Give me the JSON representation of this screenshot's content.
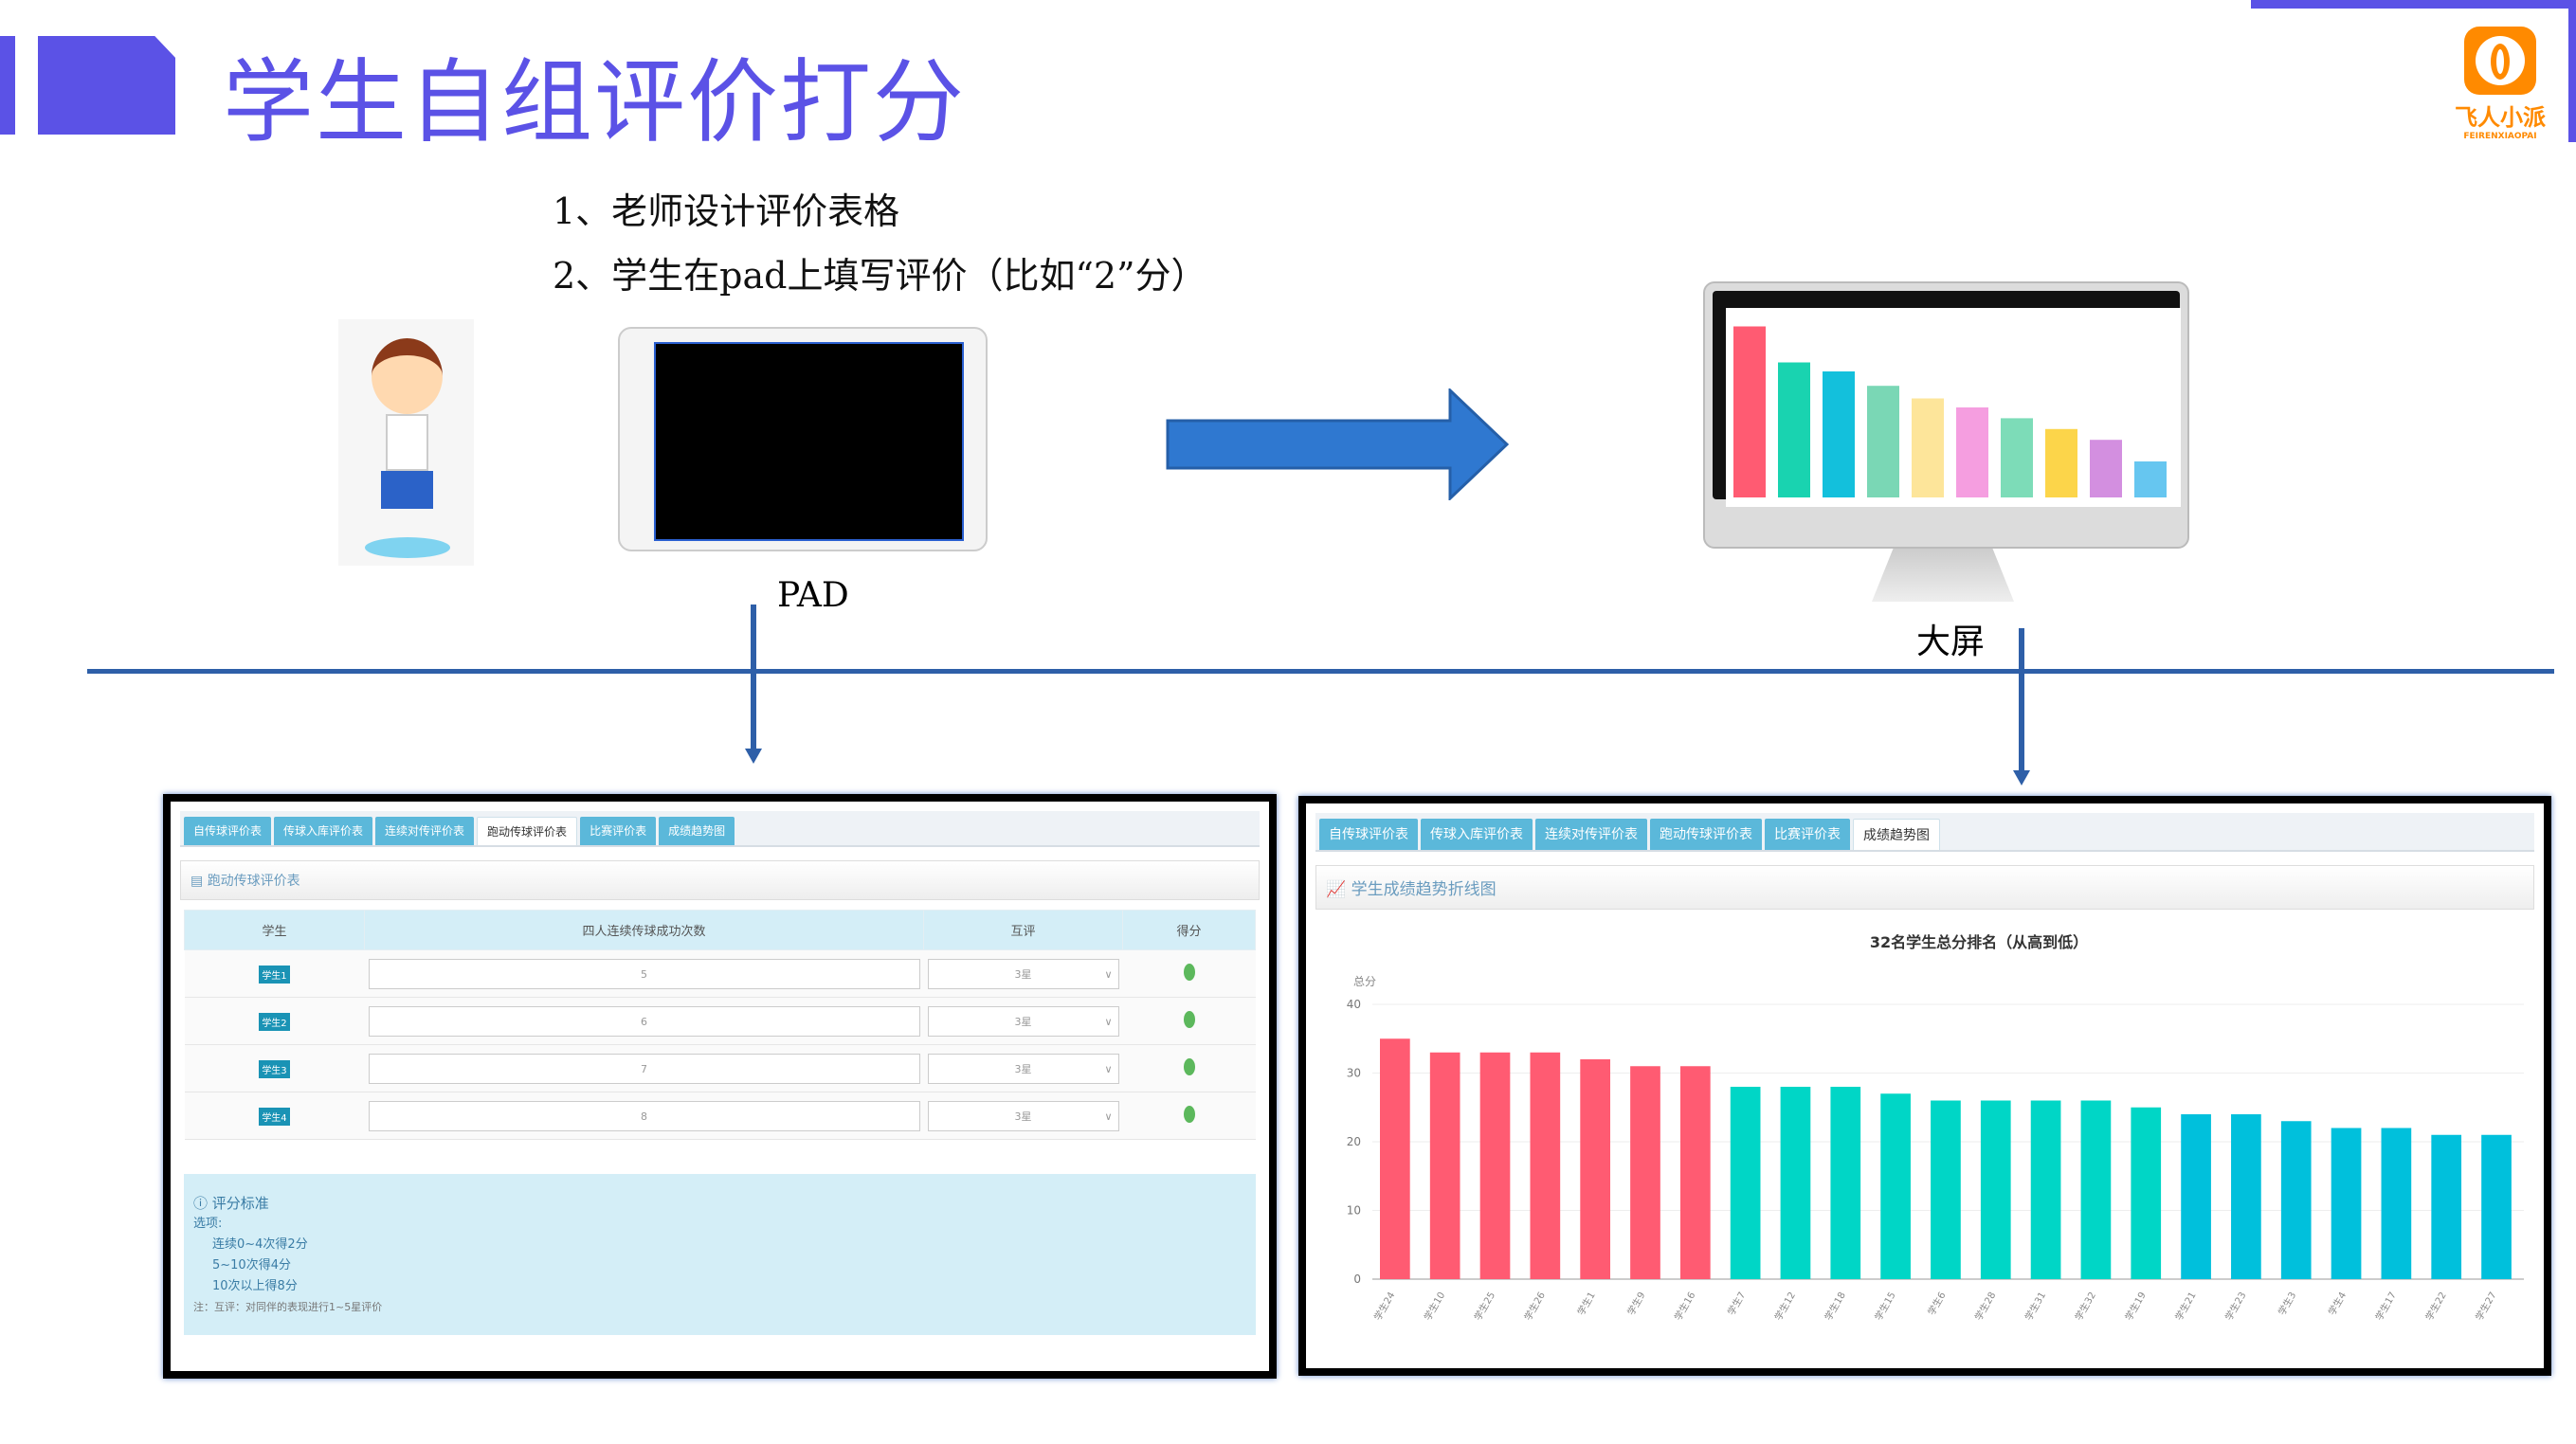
{
  "slide": {
    "title": "学生自组评价打分",
    "steps": [
      "1、老师设计评价表格",
      "2、学生在pad上填写评价（比如“2”分）"
    ],
    "pad_label": "PAD",
    "screen_label": "大屏",
    "accent": "#5b52e6",
    "line_color": "#2e5fa8"
  },
  "logo": {
    "name": "飞人小派",
    "pinyin": "FEIRENXIAOPAI",
    "color": "#ff8a00"
  },
  "monitor": {
    "bar_levels": [
      0.95,
      0.75,
      0.7,
      0.62,
      0.55,
      0.5,
      0.44,
      0.38,
      0.32,
      0.2
    ],
    "bar_colors": [
      "#ff5b72",
      "#19d3b0",
      "#13c0dc",
      "#7ad7b5",
      "#fde59a",
      "#f59ee0",
      "#7ddcb8",
      "#fcd54a",
      "#d38fe0",
      "#66c6f0"
    ]
  },
  "left_panel": {
    "tabs": [
      "自传球评价表",
      "传球入库评价表",
      "连续对传评价表",
      "跑动传球评价表",
      "比赛评价表",
      "成绩趋势图"
    ],
    "active_tab": 3,
    "panel_title": "跑动传球评价表",
    "columns": [
      "学生",
      "四人连续传球成功次数",
      "互评",
      "得分"
    ],
    "rows": [
      {
        "student": "学生1",
        "count": "5",
        "rating": "3星"
      },
      {
        "student": "学生2",
        "count": "6",
        "rating": "3星"
      },
      {
        "student": "学生3",
        "count": "7",
        "rating": "3星"
      },
      {
        "student": "学生4",
        "count": "8",
        "rating": "3星"
      }
    ],
    "criteria": {
      "title": "评分标准",
      "options_label": "选项:",
      "items": [
        "连续0~4次得2分",
        "5~10次得4分",
        "10次以上得8分"
      ],
      "note": "注：互评：对同伴的表现进行1~5星评价"
    }
  },
  "right_panel": {
    "tabs": [
      "自传球评价表",
      "传球入库评价表",
      "连续对传评价表",
      "跑动传球评价表",
      "比赛评价表",
      "成绩趋势图"
    ],
    "active_tab": 5,
    "panel_title": "学生成绩趋势折线图"
  },
  "chart_data": {
    "type": "bar",
    "title": "32名学生总分排名（从高到低）",
    "ylabel": "总分",
    "ylim": [
      0,
      40
    ],
    "yticks": [
      0,
      10,
      20,
      30,
      40
    ],
    "grid": true,
    "categories": [
      "学生24",
      "学生10",
      "学生25",
      "学生26",
      "学生1",
      "学生9",
      "学生16",
      "学生7",
      "学生12",
      "学生18",
      "学生15",
      "学生6",
      "学生28",
      "学生31",
      "学生32",
      "学生19",
      "学生21",
      "学生23",
      "学生3",
      "学生4",
      "学生17",
      "学生22",
      "学生27"
    ],
    "values": [
      35,
      33,
      33,
      33,
      32,
      31,
      31,
      28,
      28,
      28,
      27,
      26,
      26,
      26,
      26,
      25,
      24,
      24,
      23,
      22,
      22,
      21,
      21
    ],
    "colors": {
      "top": "#ff5b72",
      "middle": "#00d6c6",
      "lower": "#00c0dc"
    }
  }
}
